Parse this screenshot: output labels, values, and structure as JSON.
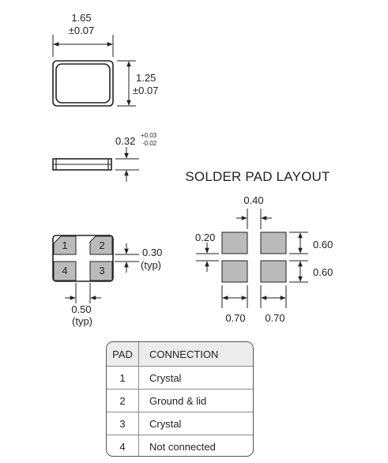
{
  "top_view": {
    "width_value": "1.65",
    "width_tol": "±0.07",
    "height_value": "1.25",
    "height_tol": "±0.07"
  },
  "side_view": {
    "thickness_value": "0.32",
    "tol_plus": "+0.03",
    "tol_minus": "-0.02"
  },
  "bottom_view": {
    "pads": [
      "1",
      "2",
      "4",
      "3"
    ],
    "gap_v_value": "0.30",
    "gap_v_note": "(typ)",
    "gap_h_value": "0.50",
    "gap_h_note": "(typ)"
  },
  "solder_pad_layout": {
    "title": "SOLDER PAD LAYOUT",
    "gap_h": "0.40",
    "gap_v": "0.20",
    "pad_height_top": "0.60",
    "pad_height_bottom": "0.60",
    "pad_width_left": "0.70",
    "pad_width_right": "0.70",
    "pad_color": "#bbbbbb"
  },
  "connection_table": {
    "headers": [
      "PAD",
      "CONNECTION"
    ],
    "rows": [
      {
        "pad": "1",
        "connection": "Crystal"
      },
      {
        "pad": "2",
        "connection": "Ground & lid"
      },
      {
        "pad": "3",
        "connection": "Crystal"
      },
      {
        "pad": "4",
        "connection": "Not connected"
      }
    ]
  }
}
